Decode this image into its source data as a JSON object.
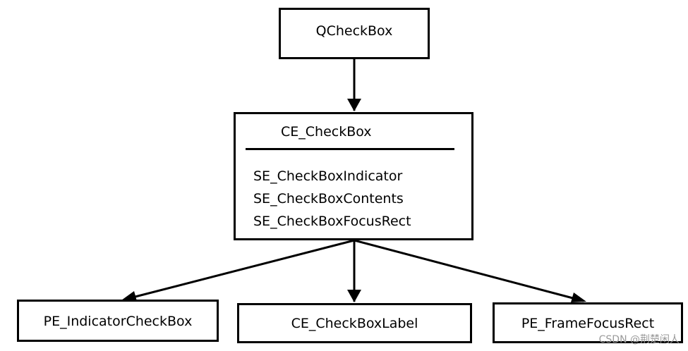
{
  "nodes": {
    "qcheckbox": "QCheckBox",
    "ce_checkbox": {
      "title": "CE_CheckBox",
      "elements": [
        "SE_CheckBoxIndicator",
        "SE_CheckBoxContents",
        "SE_CheckBoxFocusRect"
      ]
    },
    "pe_indicator": "PE_IndicatorCheckBox",
    "ce_label": "CE_CheckBoxLabel",
    "pe_frame": "PE_FrameFocusRect"
  },
  "edges": [
    {
      "from": "QCheckBox",
      "to": "CE_CheckBox"
    },
    {
      "from": "CE_CheckBox",
      "to": "PE_IndicatorCheckBox"
    },
    {
      "from": "CE_CheckBox",
      "to": "CE_CheckBoxLabel"
    },
    {
      "from": "CE_CheckBox",
      "to": "PE_FrameFocusRect"
    }
  ],
  "watermark": "CSDN @荆楚闲人",
  "colors": {
    "stroke": "#000000",
    "background": "#ffffff",
    "watermark": "#9a9a9a"
  }
}
